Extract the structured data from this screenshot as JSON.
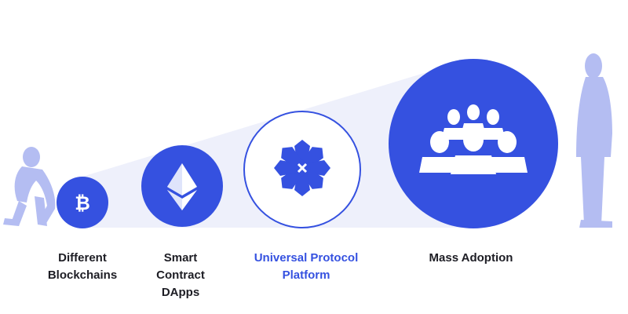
{
  "colors": {
    "primary": "#3551e0",
    "light_band": "#eef0fb",
    "silhouette": "#b4bdf2",
    "text_dark": "#1d1d24",
    "text_accent": "#3551e0"
  },
  "stages": [
    {
      "id": "blockchains",
      "icon": "bitcoin-icon",
      "style": "filled",
      "label_lines": [
        "Different",
        "Blockchains"
      ]
    },
    {
      "id": "dapps",
      "icon": "ethereum-icon",
      "style": "filled",
      "label_lines": [
        "Smart",
        "Contract",
        "DApps"
      ]
    },
    {
      "id": "protocol",
      "icon": "snowflake-protocol-icon",
      "style": "outlined",
      "label_lines": [
        "Universal Protocol",
        "Platform"
      ]
    },
    {
      "id": "adoption",
      "icon": "people-group-icon",
      "style": "filled",
      "label_lines": [
        "Mass Adoption"
      ]
    }
  ],
  "figures": {
    "left": "ape-silhouette-icon",
    "right": "human-silhouette-icon"
  }
}
